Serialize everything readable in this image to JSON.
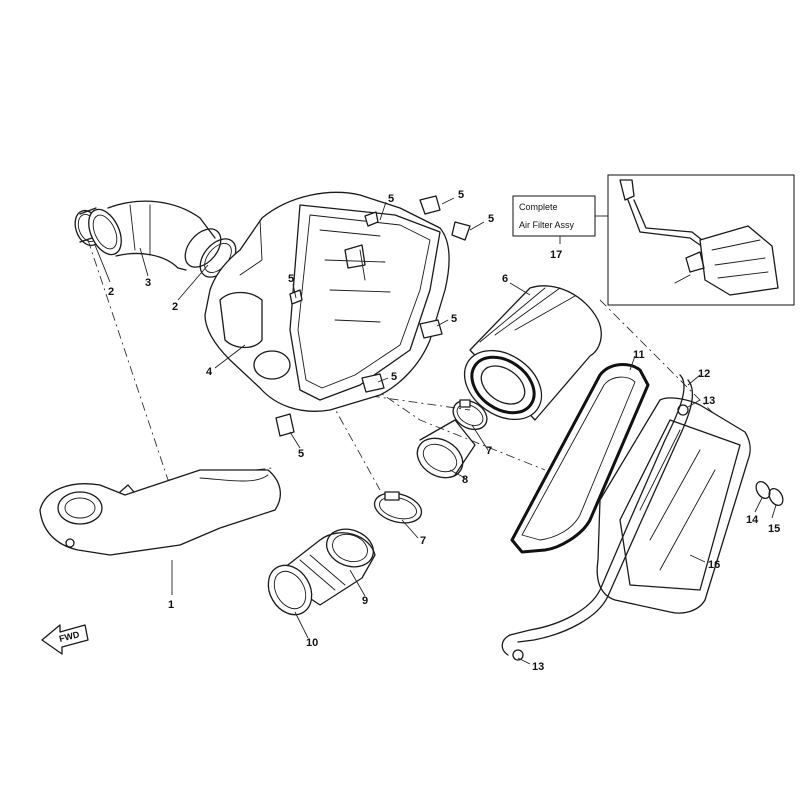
{
  "callout": {
    "line1": "Complete",
    "line2": "Air Filter Assy"
  },
  "fwd_label": "FWD",
  "part_numbers": {
    "p1": "1",
    "p2a": "2",
    "p2b": "2",
    "p3": "3",
    "p4": "4",
    "p5a": "5",
    "p5b": "5",
    "p5c": "5",
    "p5d": "5",
    "p5e": "5",
    "p5f": "5",
    "p5g": "5",
    "p6": "6",
    "p7a": "7",
    "p7b": "7",
    "p8": "8",
    "p9": "9",
    "p10": "10",
    "p11": "11",
    "p12": "12",
    "p13a": "13",
    "p13b": "13",
    "p14": "14",
    "p15": "15",
    "p16": "16",
    "p17": "17"
  }
}
